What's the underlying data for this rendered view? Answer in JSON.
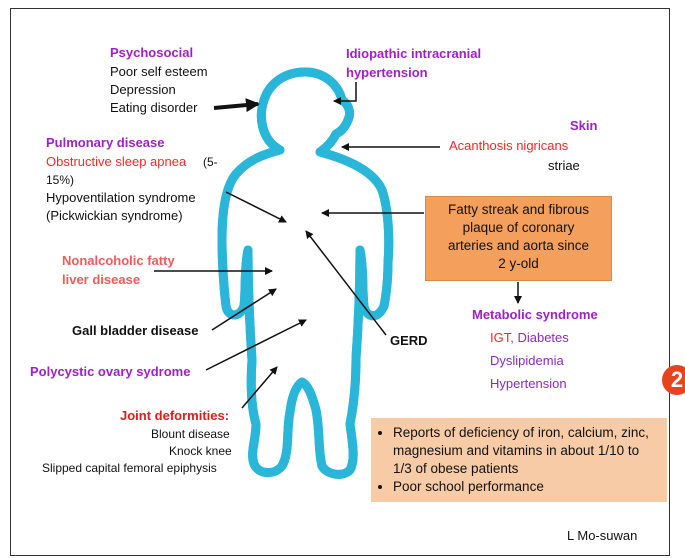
{
  "psychosocial": {
    "title": "Psychosocial",
    "items": [
      "Poor self esteem",
      "Depression",
      "Eating disorder"
    ]
  },
  "iih": {
    "line1": "Idiopathic intracranial",
    "line2": "hypertension"
  },
  "skin": {
    "title": "Skin",
    "item1": "Acanthosis nigricans",
    "item2": "striae"
  },
  "pulmonary": {
    "title": "Pulmonary disease",
    "osa": "Obstructive sleep apnea",
    "osa_pct_a": "(5-",
    "osa_pct_b": "15%)",
    "hypo1": "Hypoventilation syndrome",
    "hypo2": "(Pickwickian syndrome)"
  },
  "fatty_box": {
    "lines": [
      "Fatty streak and fibrous",
      "plaque  of coronary",
      "arteries and aorta since",
      "2 y-old"
    ]
  },
  "nafld": {
    "line1": "Nonalcoholic fatty",
    "line2": "liver disease"
  },
  "gallbladder": "Gall bladder disease",
  "gerd": "GERD",
  "metabolic": {
    "title": "Metabolic syndrome",
    "igt": "IGT",
    "sep": ", ",
    "diabetes": "Diabetes",
    "dyslipidemia": "Dyslipidemia",
    "hypertension": "Hypertension"
  },
  "pcos": "Polycystic ovary sydrome",
  "joint": {
    "title": "Joint deformities:",
    "items": [
      "Blount disease",
      "Knock knee",
      "Slipped capital femoral epiphysis"
    ]
  },
  "reports_box": {
    "items": [
      "Reports of deficiency of iron, calcium, zinc, magnesium and vitamins in about 1/10 to 1/3 of obese patients",
      "Poor school performance"
    ]
  },
  "credit": "L Mo-suwan",
  "badge": "2",
  "colors": {
    "outline": "#29b6d9",
    "orange": "#f4a05c",
    "peach": "#f7cba6",
    "purple": "#a020c8",
    "red": "#ee2a2a"
  }
}
